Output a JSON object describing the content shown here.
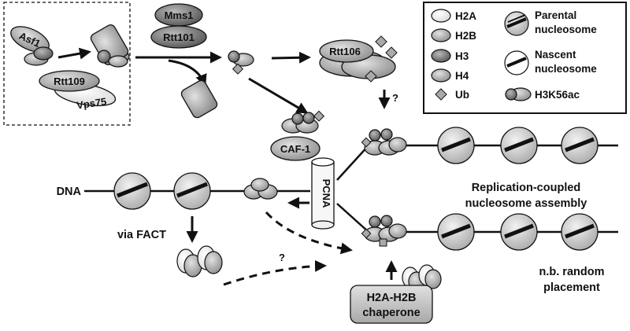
{
  "legend": {
    "items": [
      {
        "symbol": "h2a",
        "label": "H2A"
      },
      {
        "symbol": "h2b",
        "label": "H2B"
      },
      {
        "symbol": "h3",
        "label": "H3"
      },
      {
        "symbol": "h4",
        "label": "H4"
      },
      {
        "symbol": "ub",
        "label": "Ub"
      },
      {
        "symbol": "parental",
        "label_lines": [
          "Parental",
          "nucleosome"
        ]
      },
      {
        "symbol": "nascent",
        "label_lines": [
          "Nascent",
          "nucleosome"
        ]
      },
      {
        "symbol": "h3k56ac",
        "label": "H3K56ac"
      }
    ]
  },
  "proteins": {
    "asf1": "Asf1",
    "rtt109": "Rtt109",
    "vps75": "Vps75",
    "mms1": "Mms1",
    "rtt101": "Rtt101",
    "rtt106": "Rtt106",
    "caf1": "CAF-1",
    "pcna": "PCNA",
    "chaperone_lines": [
      "H2A-H2B",
      "chaperone"
    ]
  },
  "labels": {
    "dna": "DNA",
    "via_fact": "via FACT",
    "question_upper": "?",
    "question_lower": "?",
    "replication_lines": [
      "Replication-coupled",
      "nucleosome assembly"
    ],
    "random_lines": [
      "n.b. random",
      "placement"
    ]
  },
  "colors": {
    "gray_light": "#eeeeee",
    "gray_mid": "#a9a9a9",
    "gray_dark": "#6f6f6f",
    "line": "#111111"
  }
}
